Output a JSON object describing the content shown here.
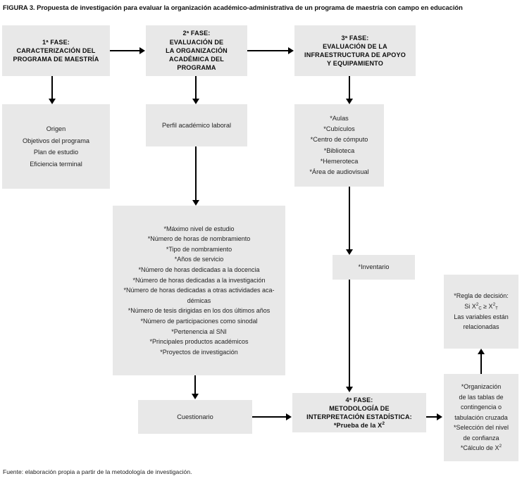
{
  "figure": {
    "title": "FIGURA 3. Propuesta de investigación para evaluar la organización académico-administrativa de un programa de maestría con campo en educación",
    "source": "Fuente: elaboración propia a partir de la metodología de investigación."
  },
  "nodes": {
    "phase1": {
      "line1": "1ª FASE:",
      "line2": "CARACTERIZACIÓN DEL",
      "line3": "PROGRAMA DE MAESTRÍA"
    },
    "phase1_detail": {
      "line1": "Origen",
      "line2": "Objetivos del programa",
      "line3": "Plan de estudio",
      "line4": "Eficiencia terminal"
    },
    "phase2": {
      "line1": "2ª FASE:",
      "line2": "EVALUACIÓN DE",
      "line3": "LA ORGANIZACIÓN",
      "line4": "ACADÉMICA DEL",
      "line5": "PROGRAMA"
    },
    "phase2_detail": {
      "line1": "Perfil académico laboral"
    },
    "phase3": {
      "line1": "3ª FASE:",
      "line2": "EVALUACIÓN DE LA",
      "line3": "INFRAESTRUCTURA DE APOYO",
      "line4": "Y EQUIPAMIENTO"
    },
    "phase3_detail": {
      "line1": "*Aulas",
      "line2": "*Cubículos",
      "line3": "*Centro de cómputo",
      "line4": "*Biblioteca",
      "line5": "*Hemeroteca",
      "line6": "*Área de audiovisual"
    },
    "indicators": {
      "line1": "*Máximo nivel de estudio",
      "line2": "*Número de horas de nombramiento",
      "line3": "*Tipo de nombramiento",
      "line4": "*Años de servicio",
      "line5": "*Número de horas dedicadas a la docencia",
      "line6": "*Número de horas dedicadas a la investigación",
      "line7": "*Número de horas dedicadas a otras actividades aca-",
      "line8": "démicas",
      "line9": "*Número de tesis dirigidas en los dos últimos años",
      "line10": "*Número de participaciones como sinodal",
      "line11": "*Pertenencia al SNI",
      "line12": "*Principales productos académicos",
      "line13": "*Proyectos de investigación"
    },
    "inventario": {
      "line1": "*Inventario"
    },
    "cuestionario": {
      "line1": "Cuestionario"
    },
    "phase4": {
      "line1": "4ª FASE:",
      "line2": "METODOLOGÍA DE",
      "line3": "INTERPRETACIÓN ESTADÍSTICA:",
      "line4_prefix": "*Prueba de la X",
      "line4_sup": "2"
    },
    "tablas": {
      "line1": "*Organización",
      "line2": "de las tablas de",
      "line3": "contingencia o",
      "line4": "tabulación cruzada",
      "line5": "*Selección del nivel",
      "line6": "de confianza",
      "line7_prefix": "*Cálculo de X",
      "line7_sup": "2"
    },
    "regla": {
      "line1": "*Regla de decisión:",
      "line2_prefix": "Si X",
      "line2_sup1": "2",
      "line2_sub1": "C",
      "line2_mid": " ≥ X",
      "line2_sup2": "2",
      "line2_sub2": "T",
      "line3": "Las variables están",
      "line4": "relacionadas"
    }
  },
  "colors": {
    "box_fill": "#e8e8e8",
    "connector": "#000000",
    "text": "#232323",
    "page_bg": "#ffffff"
  }
}
